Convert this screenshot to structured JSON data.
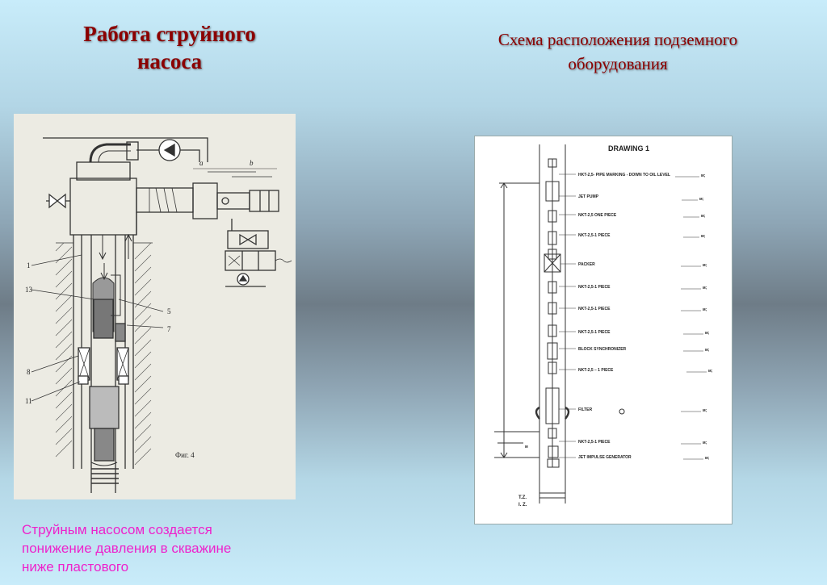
{
  "slide": {
    "title_left_line1": "Работа струйного",
    "title_left_line2": "насоса",
    "title_right_line1": "Схема расположения подземного",
    "title_right_line2": "оборудования",
    "caption_line1": "Струйным насосом создается",
    "caption_line2": "понижение давления в скважине",
    "caption_line3": "ниже пластового"
  },
  "left_figure": {
    "callouts": [
      "1",
      "13",
      "5",
      "7",
      "8",
      "11"
    ],
    "dim_a": "a",
    "dim_b": "b",
    "fig_label": "Фиг. 4"
  },
  "right_figure": {
    "heading": "DRAWING 1",
    "items": [
      "HKT-2,5- PIPE MARKING - DOWN TO OIL LEVEL",
      "JET PUMP",
      "NKT-2,5 ONE PIECE",
      "NKT-2,5-1 PIECE",
      "PACKER",
      "NKT-2,5-1 PIECE",
      "NKT-2,5-1 PIECE",
      "NKT-2,5-1 PIECE",
      "BLOCK SYNCHRONIZER",
      "NKT-2,5 – 1 PIECE",
      "FILTER",
      "NKT-2,5-1 PIECE",
      "JET IMPULSE GENERATOR"
    ],
    "unit": "м;",
    "left_marker": "м",
    "tz": "T.Z.",
    "iz": "I. Z."
  },
  "colors": {
    "title": "#8b0000",
    "caption": "#ee22cc"
  }
}
